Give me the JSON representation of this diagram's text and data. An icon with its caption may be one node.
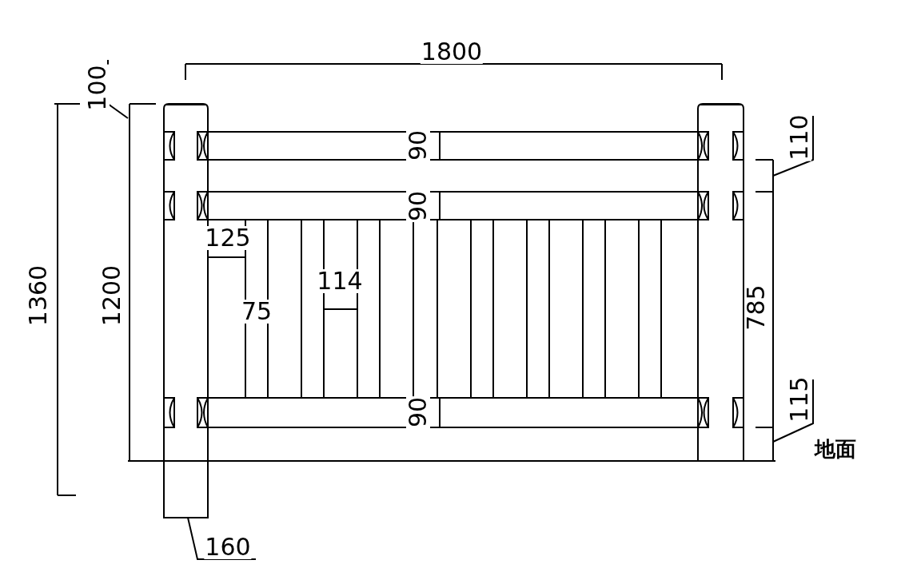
{
  "diagram": {
    "labels": [
      "1800",
      "100",
      "110",
      "90",
      "90",
      "125",
      "114",
      "1360",
      "1200",
      "785",
      "75",
      "115",
      "90",
      "地面",
      "160"
    ]
  }
}
